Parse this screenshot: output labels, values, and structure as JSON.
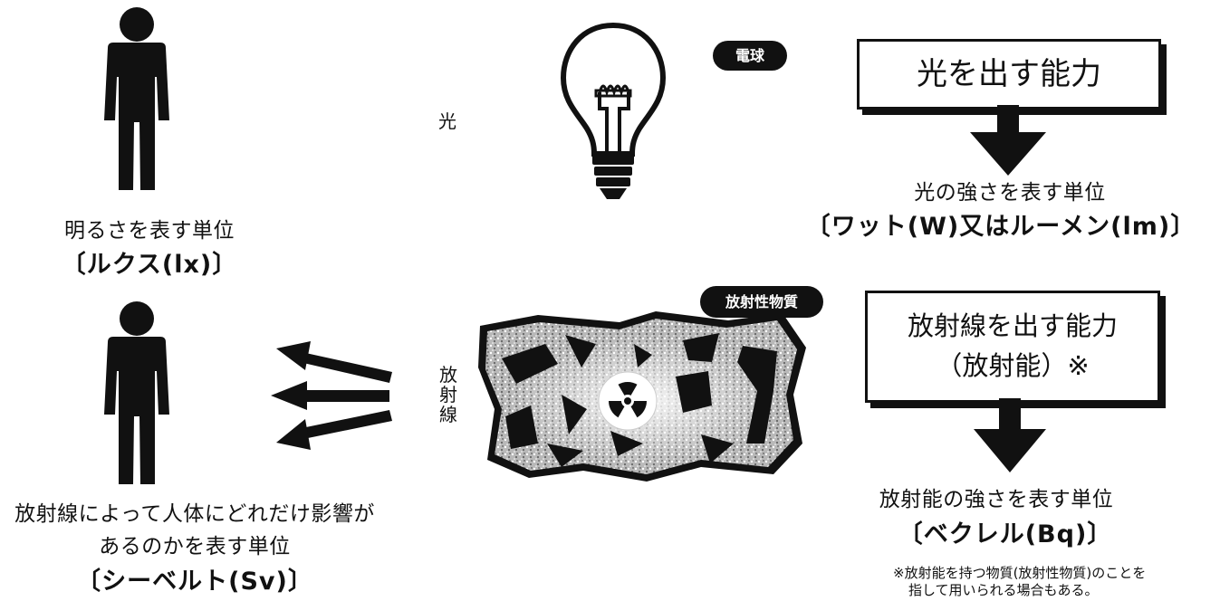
{
  "light_section": {
    "side_label": "光",
    "bulb_tag": "電球",
    "ability_box": "光を出す能力",
    "intensity_caption": "光の強さを表す単位",
    "intensity_unit": "〔ワット(W)又はルーメン(lm)〕",
    "brightness_caption": "明るさを表す単位",
    "brightness_unit": "〔ルクス(lx)〕"
  },
  "radiation_section": {
    "material_tag": "放射性物質",
    "side_label_chars": [
      "放",
      "射",
      "線"
    ],
    "ability_box_line1": "放射線を出す能力",
    "ability_box_line2": "（放射能）※",
    "intensity_caption": "放射能の強さを表す単位",
    "intensity_unit": "〔ベクレル(Bq)〕",
    "effect_caption_line1": "放射線によって人体にどれだけ影響が",
    "effect_caption_line2": "あるのかを表す単位",
    "effect_unit": "〔シーベルト(Sv)〕"
  },
  "footnote": {
    "line1": "※放射能を持つ物質(放射性物質)のことを",
    "line2": "指して用いられる場合もある。"
  },
  "icons": [
    "person-icon",
    "light-bulb-icon",
    "radioactive-material-icon",
    "radiation-symbol-icon",
    "arrow-icon"
  ],
  "colors": {
    "ink": "#111111",
    "background": "#ffffff"
  }
}
